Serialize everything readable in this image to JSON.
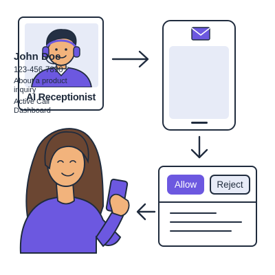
{
  "receptionist": {
    "label": "AI Receptionist"
  },
  "phone": {
    "caller_name": "John Doe",
    "caller_phone": "123-456-7890",
    "reason": "About a product inquiry",
    "dashboard_label": "Active Call Dashboard",
    "icon": "envelope-icon"
  },
  "actions": {
    "allow_label": "Allow",
    "reject_label": "Reject"
  },
  "colors": {
    "accent": "#6c58e0",
    "outline": "#1f2b3d",
    "screen_bg": "#e7ebf7",
    "skin": "#f2b37c",
    "hair": "#6b4632"
  }
}
